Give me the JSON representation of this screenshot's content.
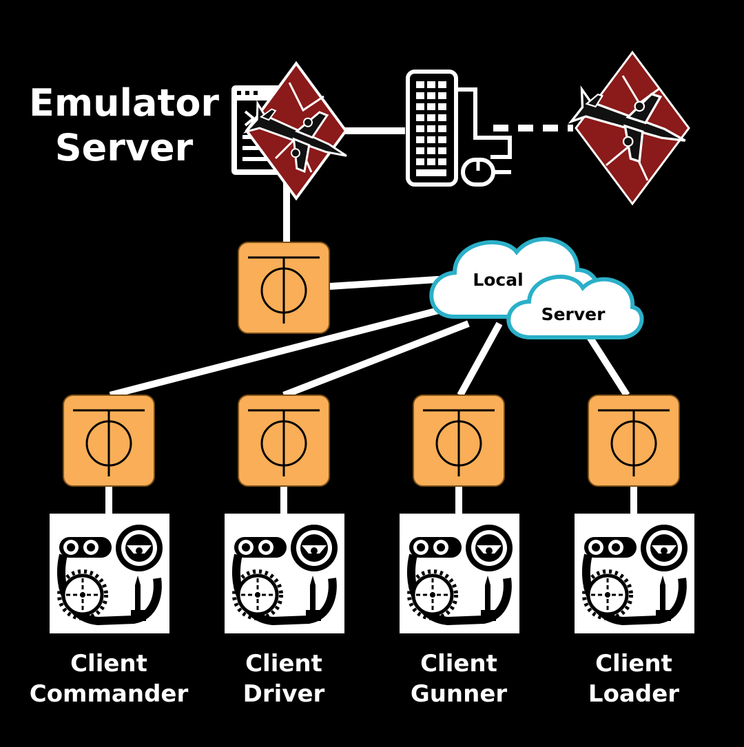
{
  "server": {
    "title_line1": "Emulator",
    "title_line2": "Server"
  },
  "cloud": {
    "line1": "Local",
    "line2": "Server"
  },
  "clients": [
    {
      "line1": "Client",
      "line2": "Commander"
    },
    {
      "line1": "Client",
      "line2": "Driver"
    },
    {
      "line1": "Client",
      "line2": "Gunner"
    },
    {
      "line1": "Client",
      "line2": "Loader"
    }
  ],
  "colors": {
    "background": "#000000",
    "node_fill": "#F9AE57",
    "node_border": "#8A5A1C",
    "cloud_outline": "#2BB0C8",
    "diamond": "#8B1A1A",
    "line": "#FFFFFF"
  },
  "icons": {
    "server_icon": "browser-window-icon",
    "airplane": "airplane-icon",
    "input": "keyboard-mouse-icon",
    "node": "phi-node-icon",
    "client": "tank-crew-controls-icon"
  }
}
